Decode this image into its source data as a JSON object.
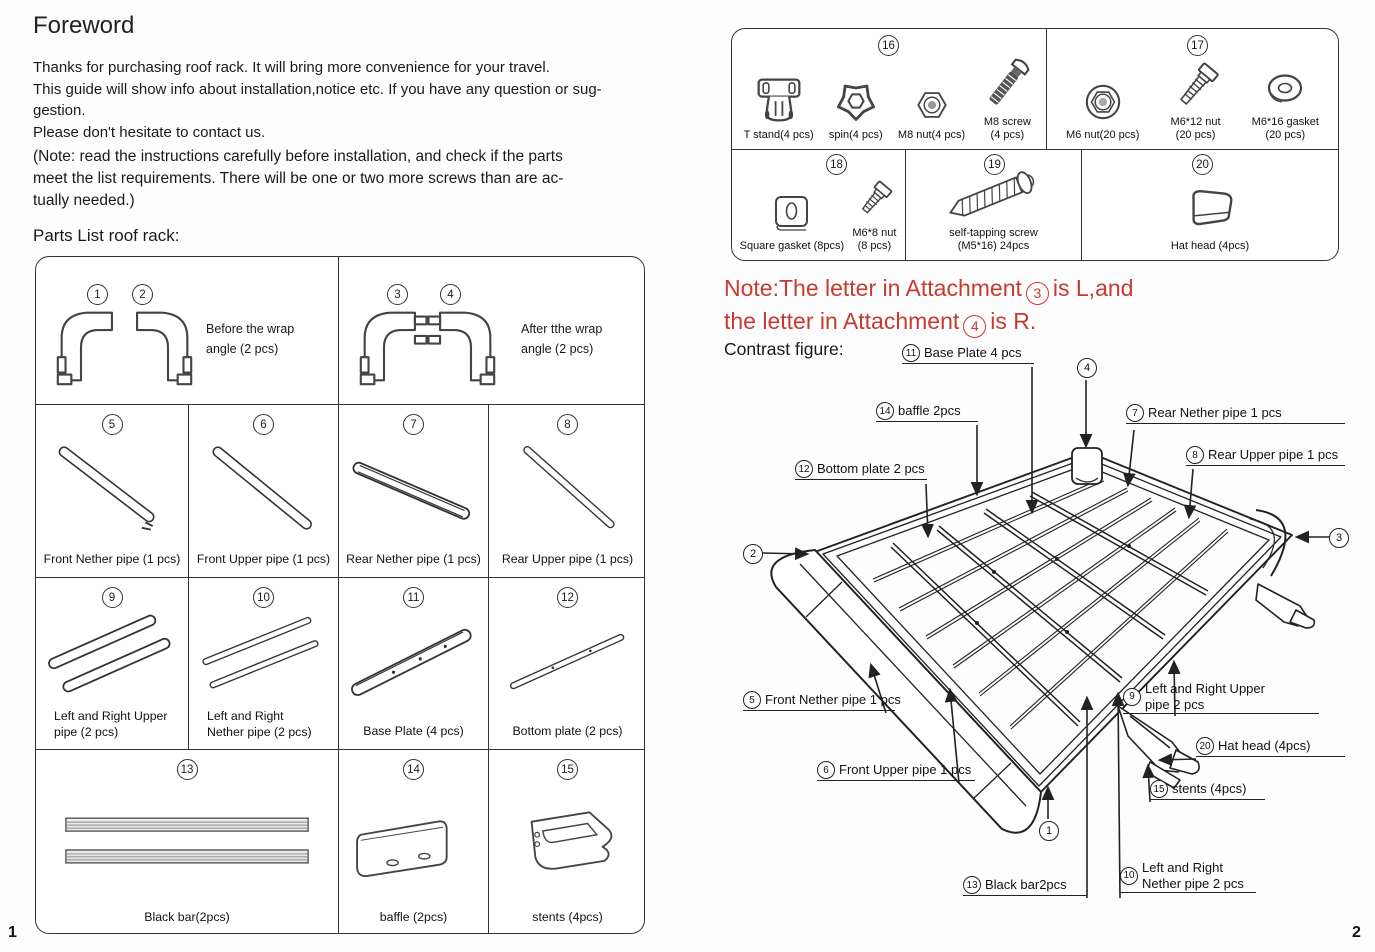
{
  "colors": {
    "accent_red": "#c63b30",
    "ink": "#1a1a1a",
    "line": "#333333"
  },
  "left": {
    "title": "Foreword",
    "intro_lines": [
      "Thanks for purchasing roof rack. It will bring more convenience for your travel.",
      "This guide will show info about installation,notice etc. If you have any question or sug-",
      "gestion.",
      "Please don't hesitate to contact us."
    ],
    "note_lines": [
      "(Note: read the instructions carefully before installation, and check if the parts",
      "meet the list requirements. There will be one or two more screws than are ac-",
      "tually needed.)"
    ],
    "parts_list_title": "Parts List roof rack:",
    "page_number": "1",
    "parts": {
      "p1_2": {
        "num1": "1",
        "num2": "2",
        "caption_lines": [
          "Before the wrap",
          "angle (2 pcs)"
        ]
      },
      "p3_4": {
        "num1": "3",
        "num2": "4",
        "caption_lines": [
          "After tthe wrap",
          "angle (2 pcs)"
        ]
      },
      "p5": {
        "num": "5",
        "caption": "Front Nether pipe (1 pcs)"
      },
      "p6": {
        "num": "6",
        "caption": "Front Upper pipe (1 pcs)"
      },
      "p7": {
        "num": "7",
        "caption": "Rear Nether pipe (1 pcs)"
      },
      "p8": {
        "num": "8",
        "caption": "Rear Upper pipe (1 pcs)"
      },
      "p9": {
        "num": "9",
        "caption_lines": [
          "Left and Right Upper",
          "pipe (2 pcs)"
        ]
      },
      "p10": {
        "num": "10",
        "caption_lines": [
          "Left and Right",
          "Nether pipe (2 pcs)"
        ]
      },
      "p11": {
        "num": "11",
        "caption": "Base Plate (4 pcs)"
      },
      "p12": {
        "num": "12",
        "caption": "Bottom plate (2 pcs)"
      },
      "p13": {
        "num": "13",
        "caption": "Black bar(2pcs)"
      },
      "p14": {
        "num": "14",
        "caption": "baffle (2pcs)"
      },
      "p15": {
        "num": "15",
        "caption": "stents (4pcs)"
      }
    }
  },
  "right": {
    "hardware": {
      "g16": {
        "num": "16",
        "items": [
          {
            "icon": "t-stand-icon",
            "lines": [
              "T stand(4 pcs)"
            ]
          },
          {
            "icon": "spin-knob-icon",
            "lines": [
              "spin(4 pcs)"
            ]
          },
          {
            "icon": "m8-nut-icon",
            "lines": [
              "M8 nut(4 pcs)"
            ]
          },
          {
            "icon": "m8-screw-icon",
            "lines": [
              "M8 screw",
              "(4 pcs)"
            ]
          }
        ]
      },
      "g17": {
        "num": "17",
        "items": [
          {
            "icon": "m6-flange-nut-icon",
            "lines": [
              "M6 nut(20 pcs)"
            ]
          },
          {
            "icon": "m6x12-nut-icon",
            "lines": [
              "M6*12 nut",
              "(20 pcs)"
            ]
          },
          {
            "icon": "m6x16-gasket-icon",
            "lines": [
              "M6*16 gasket",
              "(20 pcs)"
            ]
          }
        ]
      },
      "g18": {
        "num": "18",
        "items": [
          {
            "icon": "square-gasket-icon",
            "lines": [
              "Square gasket (8pcs)"
            ]
          },
          {
            "icon": "m6x8-nut-icon",
            "lines": [
              "M6*8 nut",
              "(8 pcs)"
            ]
          }
        ]
      },
      "g19": {
        "num": "19",
        "items": [
          {
            "icon": "self-tapping-screw-icon",
            "lines": [
              "self-tapping screw",
              "(M5*16) 24pcs"
            ]
          }
        ]
      },
      "g20": {
        "num": "20",
        "items": [
          {
            "icon": "hat-head-icon",
            "lines": [
              "Hat head (4pcs)"
            ]
          }
        ]
      }
    },
    "note": {
      "pre1": "Note:The letter in Attachment",
      "num1": "3",
      "post1": "is L,and",
      "pre2": "the letter in Attachment",
      "num2": "4",
      "post2": "is R."
    },
    "contrast_caption": "Contrast figure:",
    "diagram_labels": {
      "l11": {
        "num": "11",
        "lines": [
          "Base Plate 4 pcs"
        ]
      },
      "l14": {
        "num": "14",
        "lines": [
          "baffle 2pcs"
        ]
      },
      "l7": {
        "num": "7",
        "lines": [
          "Rear Nether pipe 1 pcs"
        ]
      },
      "l8": {
        "num": "8",
        "lines": [
          "Rear Upper pipe 1 pcs"
        ]
      },
      "l12": {
        "num": "12",
        "lines": [
          "Bottom plate 2 pcs"
        ]
      },
      "l5": {
        "num": "5",
        "lines": [
          "Front Nether pipe 1 pcs"
        ]
      },
      "l9": {
        "num": "9",
        "lines": [
          "Left and Right Upper",
          "pipe 2 pcs"
        ]
      },
      "l6": {
        "num": "6",
        "lines": [
          "Front Upper pipe 1 pcs"
        ]
      },
      "l20": {
        "num": "20",
        "lines": [
          "Hat head (4pcs)"
        ]
      },
      "l15": {
        "num": "15",
        "lines": [
          "stents (4pcs)"
        ]
      },
      "l13": {
        "num": "13",
        "lines": [
          "Black bar2pcs"
        ]
      },
      "l10": {
        "num": "10",
        "lines": [
          "Left and Right",
          "Nether pipe 2 pcs"
        ]
      },
      "c1": "1",
      "c2": "2",
      "c3": "3",
      "c4": "4"
    },
    "page_number": "2"
  }
}
